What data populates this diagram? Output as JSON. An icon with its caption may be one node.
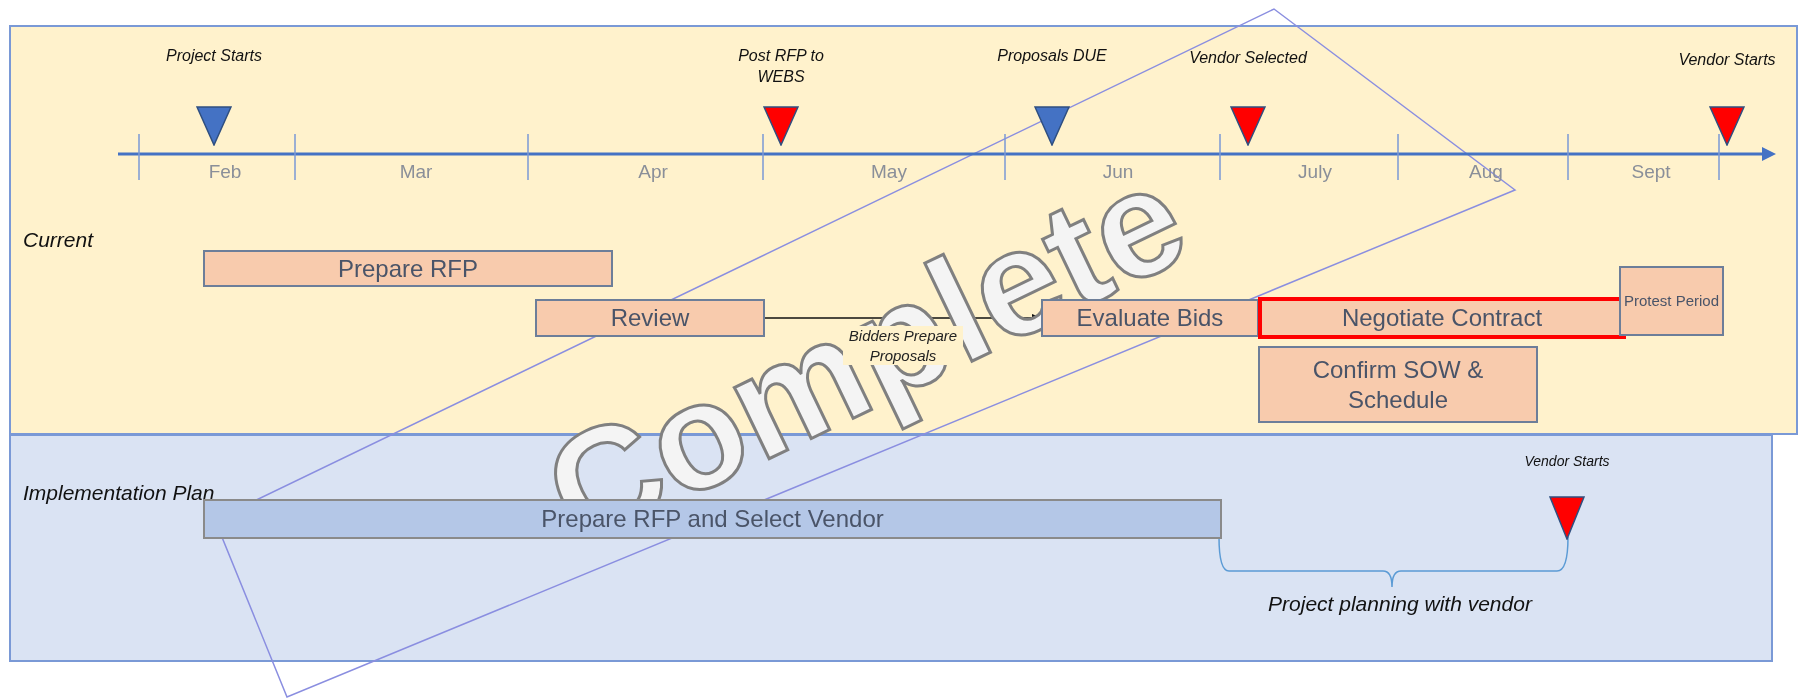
{
  "diagram": {
    "nodes": [
      {
        "text": [
          "Current"
        ]
      },
      {
        "text": [
          "Implementation Plan"
        ]
      },
      {
        "text": [
          "Prepare RFP"
        ],
        "in": 0
      },
      {
        "text": [
          "Review"
        ],
        "in": 0
      },
      {
        "text": [
          "Evaluate Bids"
        ],
        "in": 0
      },
      {
        "text": [
          "Negotiate Contract"
        ],
        "in": 0
      },
      {
        "text": [
          "Protest Period"
        ],
        "in": 0
      },
      {
        "text": [
          "Confirm SOW & Schedule"
        ],
        "in": 0
      },
      {
        "text": [
          "Prepare RFP and Select Vendor"
        ],
        "in": 1
      }
    ],
    "edges": [
      {
        "from": 3,
        "to": 4,
        "arrow": "to",
        "label": "Bidders Prepare Proposals"
      }
    ],
    "labels": [
      "Project Starts",
      "Post RFP to WEBS",
      "Proposals DUE",
      "Vendor Selected",
      "Vendor Starts",
      "Feb",
      "Mar",
      "Apr",
      "May",
      "Jun",
      "July",
      "Aug",
      "Sept",
      "Complete",
      "Vendor Starts",
      "Project planning with vendor"
    ]
  }
}
